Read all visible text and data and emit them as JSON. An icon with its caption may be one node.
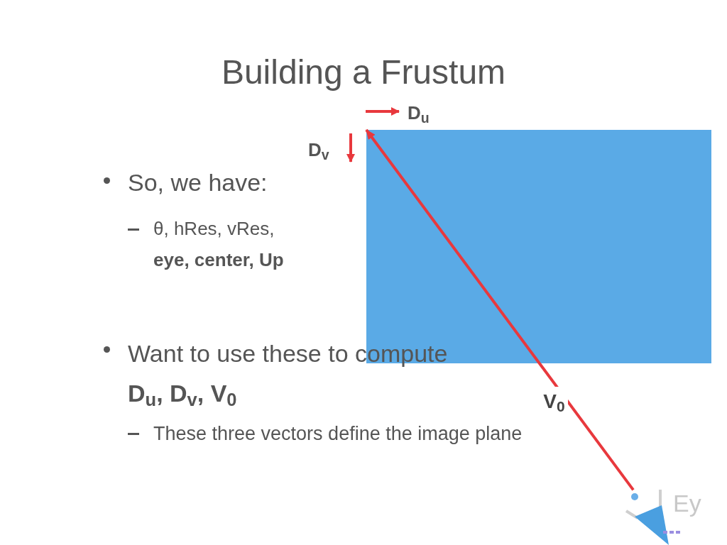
{
  "diagram": {
    "title": "Building a Frustum",
    "nodes": [
      {
        "text": [],
        "shape": "box"
      },
      {
        "text": [],
        "shape": "cone"
      }
    ],
    "edges": [
      {
        "from": 1,
        "to": 0,
        "arrow": "to",
        "label": "V$_{0}$",
        "color": "#e8383d"
      }
    ],
    "labels": [
      "D$_{u}$",
      "D$_{v}$",
      "So, we have:",
      "θ, hRes, vRes, **eye, center, Up**",
      "Want to use these to compute **D$_{u}$, D$_{v}$, V$_{0}$**",
      "These three vectors define the image plane",
      "Ey"
    ]
  }
}
